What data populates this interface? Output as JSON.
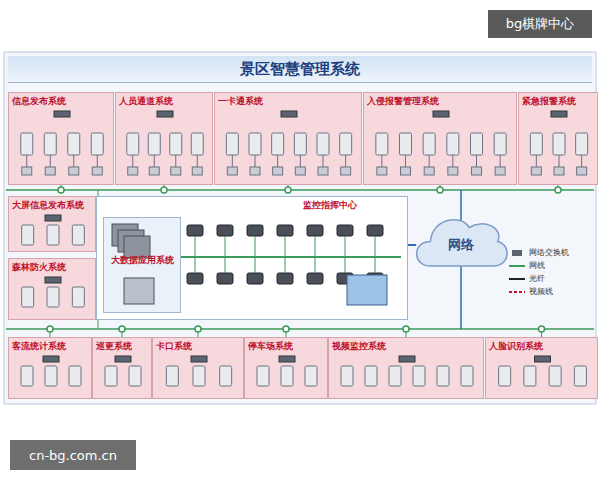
{
  "diagram": {
    "title": "景区智慧管理系统",
    "nodes": [
      {
        "text": [
          "信息发布系统"
        ]
      },
      {
        "text": [
          "人员通道系统"
        ]
      },
      {
        "text": [
          "一卡通系统"
        ]
      },
      {
        "text": [
          "入侵报警管理系统"
        ]
      },
      {
        "text": [
          "紧急报警系统"
        ]
      },
      {
        "text": [
          "大屏信息发布系统"
        ]
      },
      {
        "text": [
          "监控指挥中心"
        ]
      },
      {
        "text": [
          "大数据应用系统"
        ],
        "in": 6
      },
      {
        "text": [
          "网络"
        ]
      },
      {
        "text": [
          "森林防火系统"
        ]
      },
      {
        "text": [
          "客流统计系统"
        ]
      },
      {
        "text": [
          "巡更系统"
        ]
      },
      {
        "text": [
          "卡口系统"
        ]
      },
      {
        "text": [
          "停车场系统"
        ]
      },
      {
        "text": [
          "视频监控系统"
        ]
      },
      {
        "text": [
          "人脸识别系统"
        ]
      }
    ],
    "edges": [
      {
        "from": 6,
        "to": 8,
        "arrow": "none"
      }
    ],
    "labels": [
      "bg棋牌中心",
      "cn-bg.com.cn"
    ],
    "legend": [
      {
        "text": "网络交换机"
      },
      {
        "text": "网线"
      },
      {
        "text": "光纤"
      },
      {
        "text": "视频线"
      }
    ]
  }
}
